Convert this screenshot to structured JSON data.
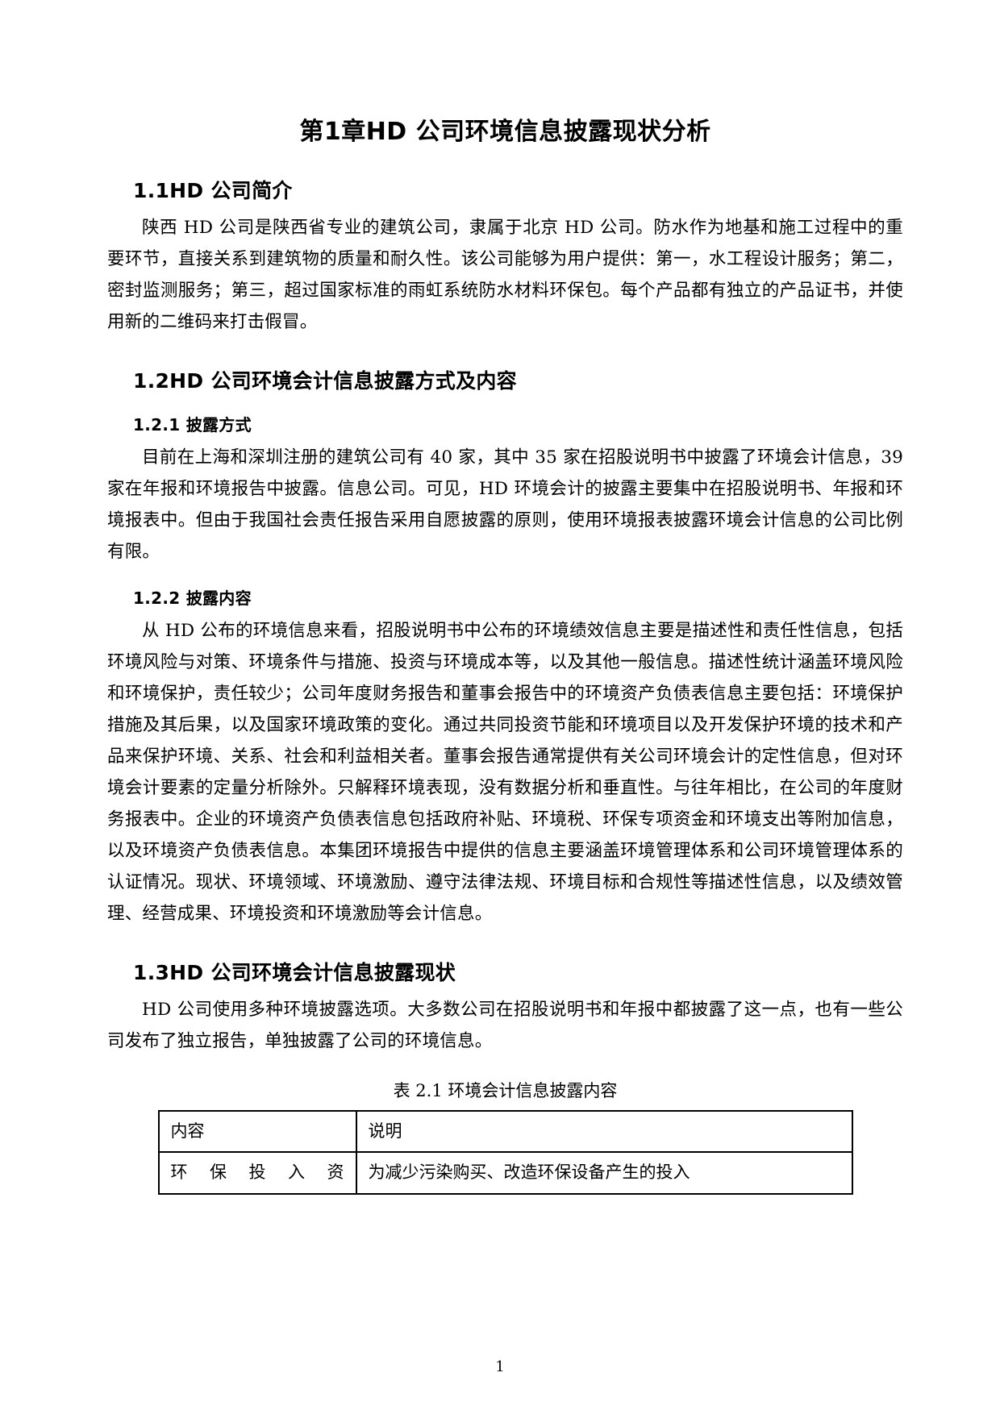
{
  "document": {
    "chapter_title": "第1章HD 公司环境信息披露现状分析",
    "page_number": "1"
  },
  "sections": [
    {
      "heading": "1.1HD 公司简介",
      "paragraphs": [
        "陕西 HD 公司是陕西省专业的建筑公司，隶属于北京 HD 公司。防水作为地基和施工过程中的重要环节，直接关系到建筑物的质量和耐久性。该公司能够为用户提供：第一，水工程设计服务；第二，密封监测服务；第三，超过国家标准的雨虹系统防水材料环保包。每个产品都有独立的产品证书，并使用新的二维码来打击假冒。"
      ]
    },
    {
      "heading": "1.2HD 公司环境会计信息披露方式及内容",
      "subsections": [
        {
          "heading": "1.2.1 披露方式",
          "paragraphs": [
            "目前在上海和深圳注册的建筑公司有 40 家，其中 35 家在招股说明书中披露了环境会计信息，39 家在年报和环境报告中披露。信息公司。可见，HD 环境会计的披露主要集中在招股说明书、年报和环境报表中。但由于我国社会责任报告采用自愿披露的原则，使用环境报表披露环境会计信息的公司比例有限。"
          ]
        },
        {
          "heading": "1.2.2 披露内容",
          "paragraphs": [
            "从 HD 公布的环境信息来看，招股说明书中公布的环境绩效信息主要是描述性和责任性信息，包括环境风险与对策、环境条件与措施、投资与环境成本等，以及其他一般信息。描述性统计涵盖环境风险和环境保护，责任较少；公司年度财务报告和董事会报告中的环境资产负债表信息主要包括：环境保护措施及其后果，以及国家环境政策的变化。通过共同投资节能和环境项目以及开发保护环境的技术和产品来保护环境、关系、社会和利益相关者。董事会报告通常提供有关公司环境会计的定性信息，但对环境会计要素的定量分析除外。只解释环境表现，没有数据分析和垂直性。与往年相比，在公司的年度财务报表中。企业的环境资产负债表信息包括政府补贴、环境税、环保专项资金和环境支出等附加信息，以及环境资产负债表信息。本集团环境报告中提供的信息主要涵盖环境管理体系和公司环境管理体系的认证情况。现状、环境领域、环境激励、遵守法律法规、环境目标和合规性等描述性信息，以及绩效管理、经营成果、环境投资和环境激励等会计信息。"
          ]
        }
      ]
    },
    {
      "heading": "1.3HD 公司环境会计信息披露现状",
      "paragraphs": [
        "HD 公司使用多种环境披露选项。大多数公司在招股说明书和年报中都披露了这一点，也有一些公司发布了独立报告，单独披露了公司的环境信息。"
      ]
    }
  ],
  "table": {
    "caption": "表 2.1  环境会计信息披露内容",
    "headers": [
      "内容",
      "说明"
    ],
    "rows": [
      [
        "环保投入资",
        "为减少污染购买、改造环保设备产生的投入"
      ]
    ]
  }
}
